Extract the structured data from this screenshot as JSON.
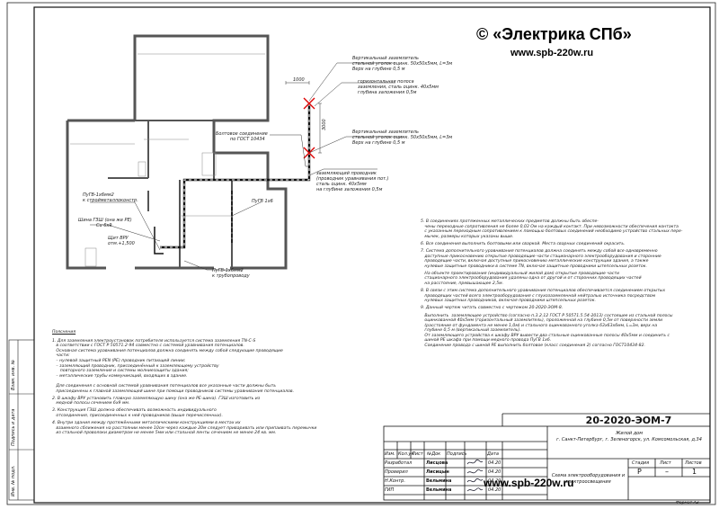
{
  "watermark": {
    "copyright": "© «Электрика СПб»",
    "url_top": "www.spb-220w.ru",
    "url_bottom": "www.spb-220w.ru"
  },
  "plan_labels": {
    "electrode_top": [
      "Вертикальный заземлитель",
      "стальной уголок оцинк. 50х50х5мм, L=3м",
      "Верх на глубине 0,5 м"
    ],
    "strip": [
      "горизонтальная полоса",
      "заземления, сталь оцинк. 40х5мм",
      "глубина заложения 0,5м"
    ],
    "dim_1000": "1000",
    "dim_3000": "3000",
    "bolt": [
      "Болтовое соединение",
      "по ГОСТ 10434"
    ],
    "electrode_right": [
      "Вертикальный заземлитель",
      "стальной уголок оцинк. 50х50х5мм, L=3м",
      "Верх на глубине 0,5 м"
    ],
    "conductor": [
      "заземляющий проводник",
      "(проводник уравнивания пот.)",
      "сталь оцинк. 40х5мм",
      "на глубине заложения 0,5м"
    ],
    "pugv1": [
      "ПуГВ-1х6мм2",
      "к стройметаллоконстр."
    ],
    "shield": [
      "Шина ГЗШ (она же PE)",
      "Cu 6х9"
    ],
    "vru": [
      "Щит ВРУ",
      "отм.+1,500"
    ],
    "pugv2": "ПуГВ 1х6",
    "pugv3": [
      "ПуГВ-1х6мм2",
      "к трубопроводу"
    ]
  },
  "notes_right": [
    "5. В соединениях протяженных металлических предметов должны быть обеспе-\n   чены переходные сопротивления не более 0,03 Ом на каждый контакт. При невозможности обеспечения контакта\n   с указанным переходным сопротивлением к помощью болтовых соединений необходимо устройство стальных пере-\n   мычек, размеры которых указаны выше.",
    "6. Все соединения выполнить болтовыми или сваркой. Места сварных соединений окрасить.",
    "7. Система дополнительного уравнивания потенциалов должна соединять между собой все одновременно\n   доступные прикосновению открытые проводящие части стационарного электрооборудования и сторонние\n   проводящие части, включая доступные прикосновению металлические конструкции здания, а также\n   нулевые защитные проводники в системе TN, включая защитные проводники штепсельных розеток.",
    "   На объекте проектирования (индивидуальный жилой дом) открытые проводящие части\n   стационарного электрооборудования удалены одна от другой и от сторонних проводящих частей\n   на расстояние, превышающее 2,5м.",
    "8. В связи с этим система дополнительного уравнивания потенциалов обеспечивается соединением открытых\n   проводящих частей всего электрооборудования с глухозаземленной нейтралью источника посредством\n   нулевых защитных проводников, включая проводники штепсельных розеток.",
    "9. Данный чертеж читать совместно с чертежом 20-2020-ЭОМ-8.",
    "   Выполнить  заземляющее устройство (согласно п.3.2.12 ГОСТ Р 50571.5.54-2013) состоящее из стальной полосы\n   оцинкованной 40х5мм (горизонтальный заземлитель), проложенной на глубине 0,5м от поверхности земли\n   (расстояние от фундамента не менее 1,0м) и стального оцинкованного уголка 63х63х6мм, L=3м, верх на\n   глубине 0,5 м (вертикальный заземлитель).\n   От заземляющего устройства к шкафу ВРУ вывести два стальные оцинкованные полосы 40х5мм и соединить с\n   шиной РЕ шкафа при помощи медного провода ПуГВ 1х6.\n   Соединение провода с шиной РЕ выполнить болтовое (класс соединения 2) согласно ГОСТ10434-82."
  ],
  "notes_left_title": "Пояснения",
  "notes_left": [
    "1. Для заземления электроустановок потребителя используется система заземления TN-C-S\n   в соответствии с ГОСТ Р 50571.2-94 совместно с системой уравнивания потенциалов.\n   Основная система уравнивания потенциалов должна соединять между собой следующие проводящие\n   части:\n   – нулевой защитный PEN (PE) проводник питающей линии;\n   – заземляющий проводник, присоединённый к заземляющему устройству\n      повторного заземления и системы молниезащиты здания;\n   – металлические трубы коммуникаций, входящих в здание.\n\n   Для соединения с основной системой уравнивания потенциалов все указанные части должны быть\n   присоединены к главной заземляющей шине при помощи проводников системы уравнивания потенциалов.",
    "2. В шкафу ВРУ установить главную заземляющую шину (она же PE-шина). ГЗШ изготовить из\n   медной полосы сечением 6х9 мм.",
    "3. Конструкция ГЗШ должна обеспечивать возможность индивидуального\n   отсоединения, присоединенных к ней проводников (выше перечисленных).",
    "4. Внутри здания между протяжёнными металлическими конструкциями в местах их\n   взаимного сближения на расстоянии менее 10см через каждые 20м следует приваривать или припаивать перемычки\n   из стальной проволоки диаметром не менее 5мм или стальной ленты сечением не менее 24 кв. мм."
  ],
  "title_block": {
    "code": "20-2020-ЭОМ-7",
    "object_lines": [
      "Жилой дом",
      "г. Санкт-Петербург, г. Зеленогорск, ул. Комсомольская, д.34"
    ],
    "sheet_title": [
      "Схема электрооборудования и",
      "электроосвещения"
    ],
    "headers": [
      "Изм.",
      "Кол.уч",
      "Лист",
      "№Док",
      "Подпись",
      "Дата"
    ],
    "stage_headers": [
      "Стадия",
      "Лист",
      "Листов"
    ],
    "stage_values": [
      "Р",
      "–",
      "1"
    ],
    "people": [
      {
        "role": "Разработал",
        "name": "Лисцова",
        "date": "04.20"
      },
      {
        "role": "Проверил",
        "name": "Лисицын",
        "date": "04.20"
      },
      {
        "role": "Н.Контр.",
        "name": "Вельмина",
        "date": "04.20"
      },
      {
        "role": "ГИП",
        "name": "Вельмина",
        "date": "04.20"
      }
    ],
    "format": "Формат А3"
  },
  "side_stamp": [
    "Инв. № подл.",
    "Подпись и дата",
    "Взам. инв. №"
  ]
}
